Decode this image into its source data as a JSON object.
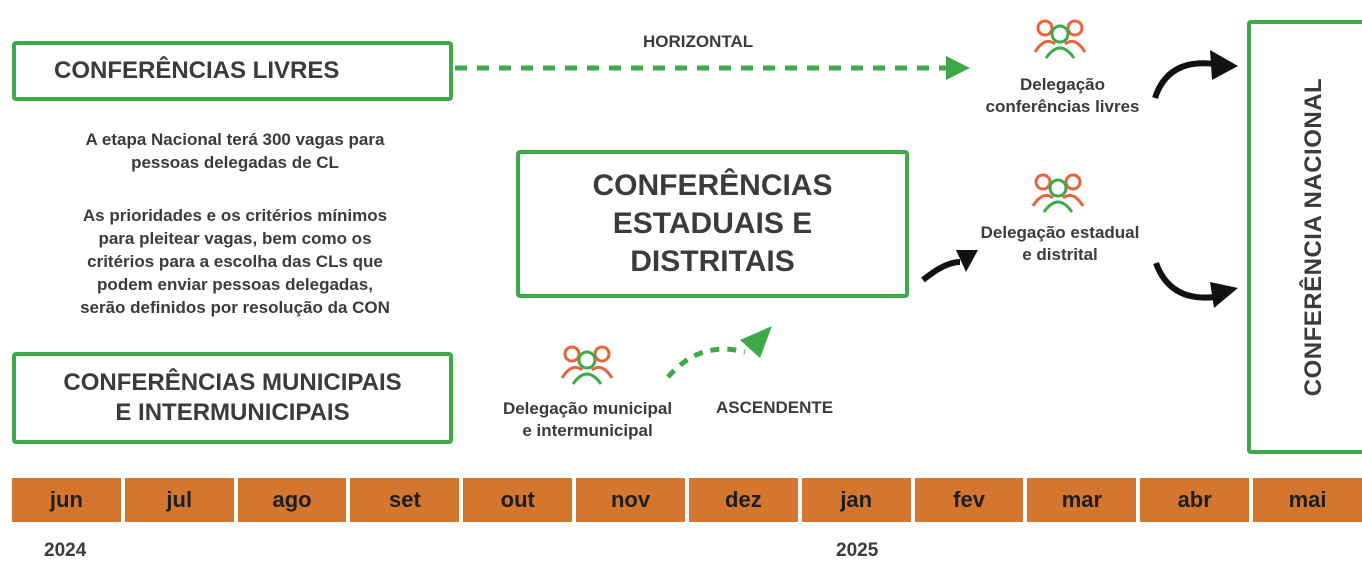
{
  "boxes": {
    "livres": "CONFERÊNCIAS LIVRES",
    "estaduais_line1": "CONFERÊNCIAS",
    "estaduais_line2": "ESTADUAIS E",
    "estaduais_line3": "DISTRITAIS",
    "municipais_line1": "CONFERÊNCIAS MUNICIPAIS",
    "municipais_line2": "E INTERMUNICIPAIS",
    "nacional": "CONFERÊNCIA NACIONAL"
  },
  "notes": {
    "note1_line1": "A etapa Nacional terá 300 vagas para",
    "note1_line2": "pessoas delegadas de CL",
    "note2_line1": "As prioridades e os critérios mínimos",
    "note2_line2": "para pleitear vagas, bem como os",
    "note2_line3": "critérios para a escolha das CLs que",
    "note2_line4": "podem enviar pessoas delegadas,",
    "note2_line5": "serão definidos por resolução da CON"
  },
  "labels": {
    "horizontal": "HORIZONTAL",
    "ascendente": "ASCENDENTE"
  },
  "delegations": {
    "livres_line1": "Delegação",
    "livres_line2": "conferências livres",
    "estadual_line1": "Delegação estadual",
    "estadual_line2": "e distrital",
    "municipal_line1": "Delegação municipal",
    "municipal_line2": "e intermunicipal"
  },
  "timeline": {
    "months": [
      "jun",
      "jul",
      "ago",
      "set",
      "out",
      "nov",
      "dez",
      "jan",
      "fev",
      "mar",
      "abr",
      "mai"
    ],
    "year_2024": "2024",
    "year_2025": "2025"
  },
  "colors": {
    "green": "#3daa49",
    "orange": "#d4762e",
    "icon_orange": "#e8623a",
    "arrow_black": "#111111"
  },
  "icons": [
    "people-group-icon",
    "arrow-icon"
  ]
}
